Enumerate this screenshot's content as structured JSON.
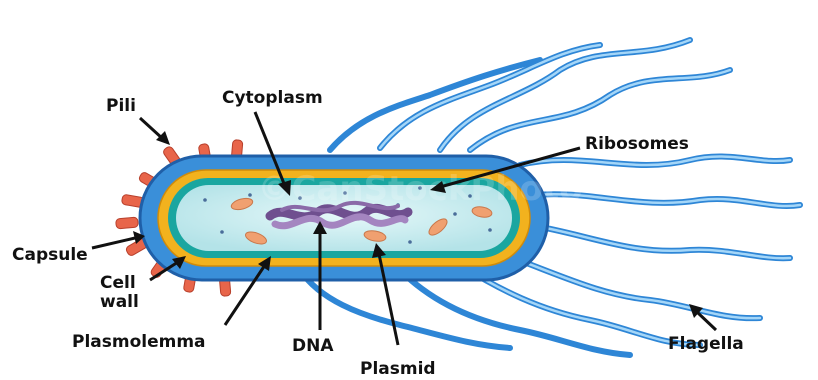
{
  "diagram": {
    "labels": {
      "pili": "Pili",
      "cytoplasm": "Cytoplasm",
      "ribosomes": "Ribosomes",
      "capsule": "Capsule",
      "cell_wall_line1": "Cell",
      "cell_wall_line2": "wall",
      "plasmolemma": "Plasmolemma",
      "dna": "DNA",
      "plasmid": "Plasmid",
      "flagella": "Flagella"
    },
    "watermark": "©CanStockPhoto",
    "colors": {
      "capsule": "#3a8fd9",
      "capsule_dark": "#1f5fa8",
      "cell_wall": "#f2b21e",
      "membrane": "#1aa6a0",
      "cytoplasm": "#c9ecef",
      "dna": "#8a6aa8",
      "plasmid": "#f0a070",
      "pili": "#e8654a",
      "flagella": "#3b9be0",
      "flagella_light": "#9fd2f7",
      "label_text": "#111111"
    }
  }
}
